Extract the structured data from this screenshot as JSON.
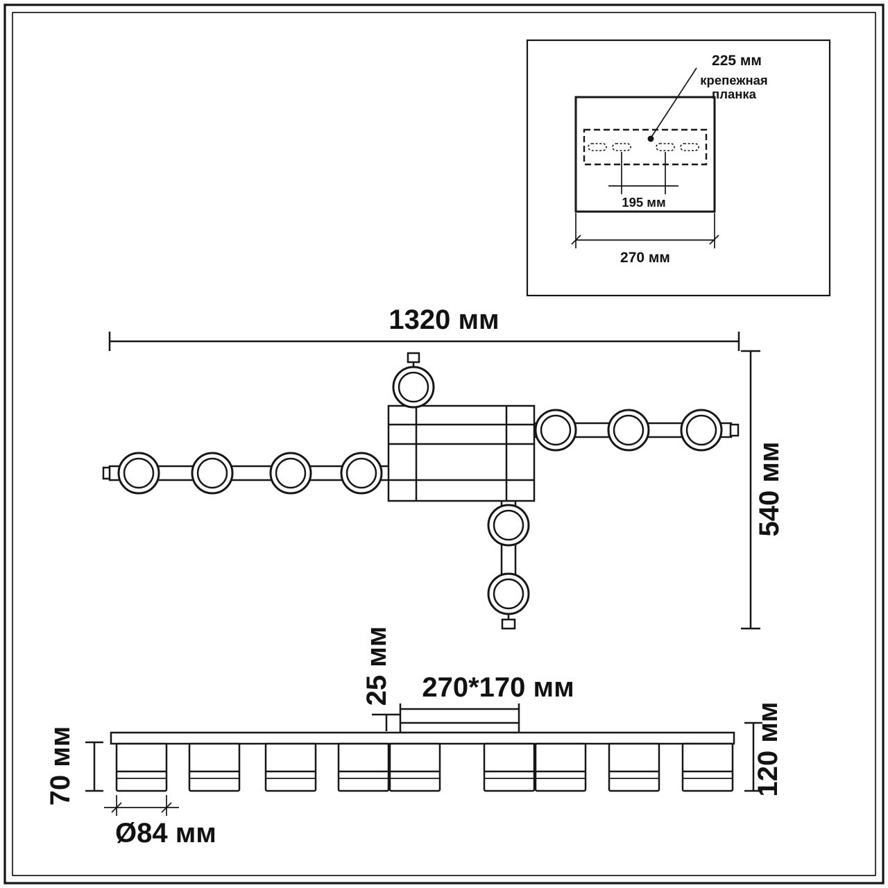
{
  "inset": {
    "dim_plate_width": "225 мм",
    "plate_label_line1": "крепежная",
    "plate_label_line2": "планка",
    "dim_holes": "195 мм",
    "dim_box_width": "270 мм"
  },
  "top_view": {
    "dim_width": "1320 мм",
    "dim_depth": "540 мм"
  },
  "side_view": {
    "dim_canopy_offset": "25 мм",
    "dim_canopy_size": "270*170 мм",
    "dim_total_height": "120 мм",
    "dim_shade_height": "70 мм",
    "dim_shade_diameter": "Ø84 мм"
  },
  "colors": {
    "line": "#161616",
    "background": "#ffffff"
  }
}
